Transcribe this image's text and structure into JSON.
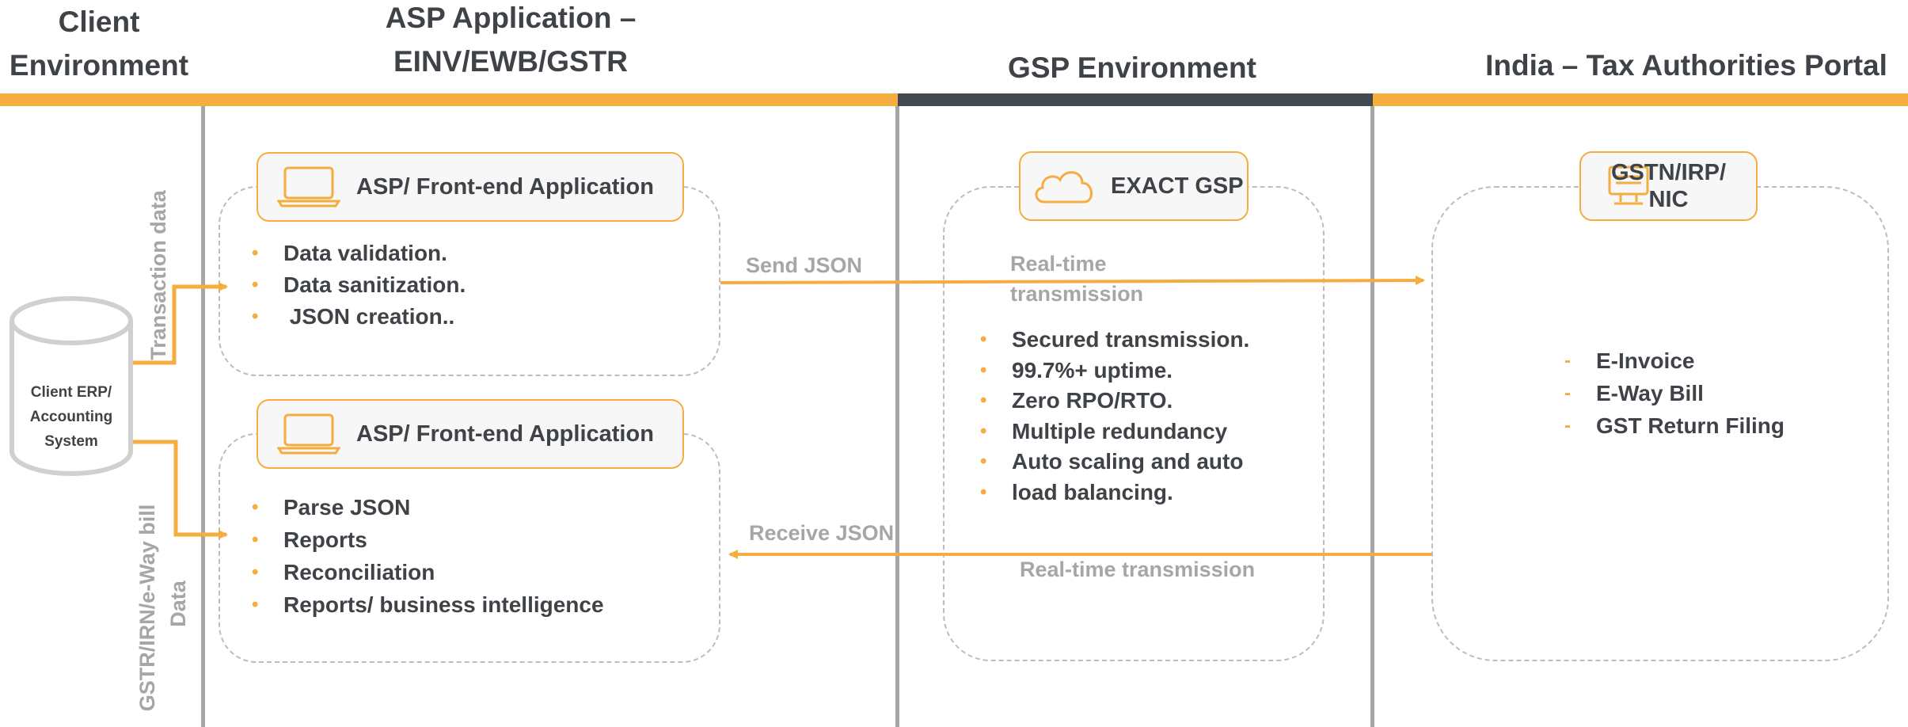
{
  "columns": {
    "client": "Client Environment",
    "asp": "ASP Application – EINV/EWB/GSTR",
    "gsp": "GSP Environment",
    "india": "India – Tax Authorities Portal"
  },
  "client_system": {
    "label": "Client ERP/ Accounting System"
  },
  "side_labels": {
    "transaction": "Transaction data",
    "gstr_line1": "GSTR/IRN/e-Way bill",
    "gstr_line2": "Data"
  },
  "asp_top": {
    "title": "ASP/ Front-end Application",
    "bullets": [
      "Data validation.",
      "Data sanitization.",
      " JSON creation.."
    ]
  },
  "asp_bottom": {
    "title": "ASP/ Front-end Application",
    "bullets": [
      "Parse JSON",
      "Reports",
      "Reconciliation",
      "Reports/ business intelligence"
    ]
  },
  "gsp": {
    "title": "EXACT GSP",
    "bullets": [
      "Secured transmission.",
      "99.7%+ uptime.",
      "Zero RPO/RTO.",
      "Multiple redundancy",
      "Auto scaling and auto",
      "load balancing."
    ]
  },
  "flows": {
    "send": "Send JSON",
    "realtime_top_line1": "Real-time",
    "realtime_top_line2": "transmission",
    "receive": "Receive JSON",
    "realtime_bottom": "Real-time transmission"
  },
  "india": {
    "title_line1": "GSTN/IRP/",
    "title_line2": "NIC",
    "items": [
      "E-Invoice",
      "E-Way Bill",
      "GST Return Filing"
    ]
  },
  "colors": {
    "accent": "#f5ad3f",
    "dark_band": "#44494f",
    "divider": "#a6a6a6"
  },
  "icons": [
    "laptop-icon",
    "cloud-icon",
    "server-screen-icon",
    "database-cylinder-icon"
  ]
}
